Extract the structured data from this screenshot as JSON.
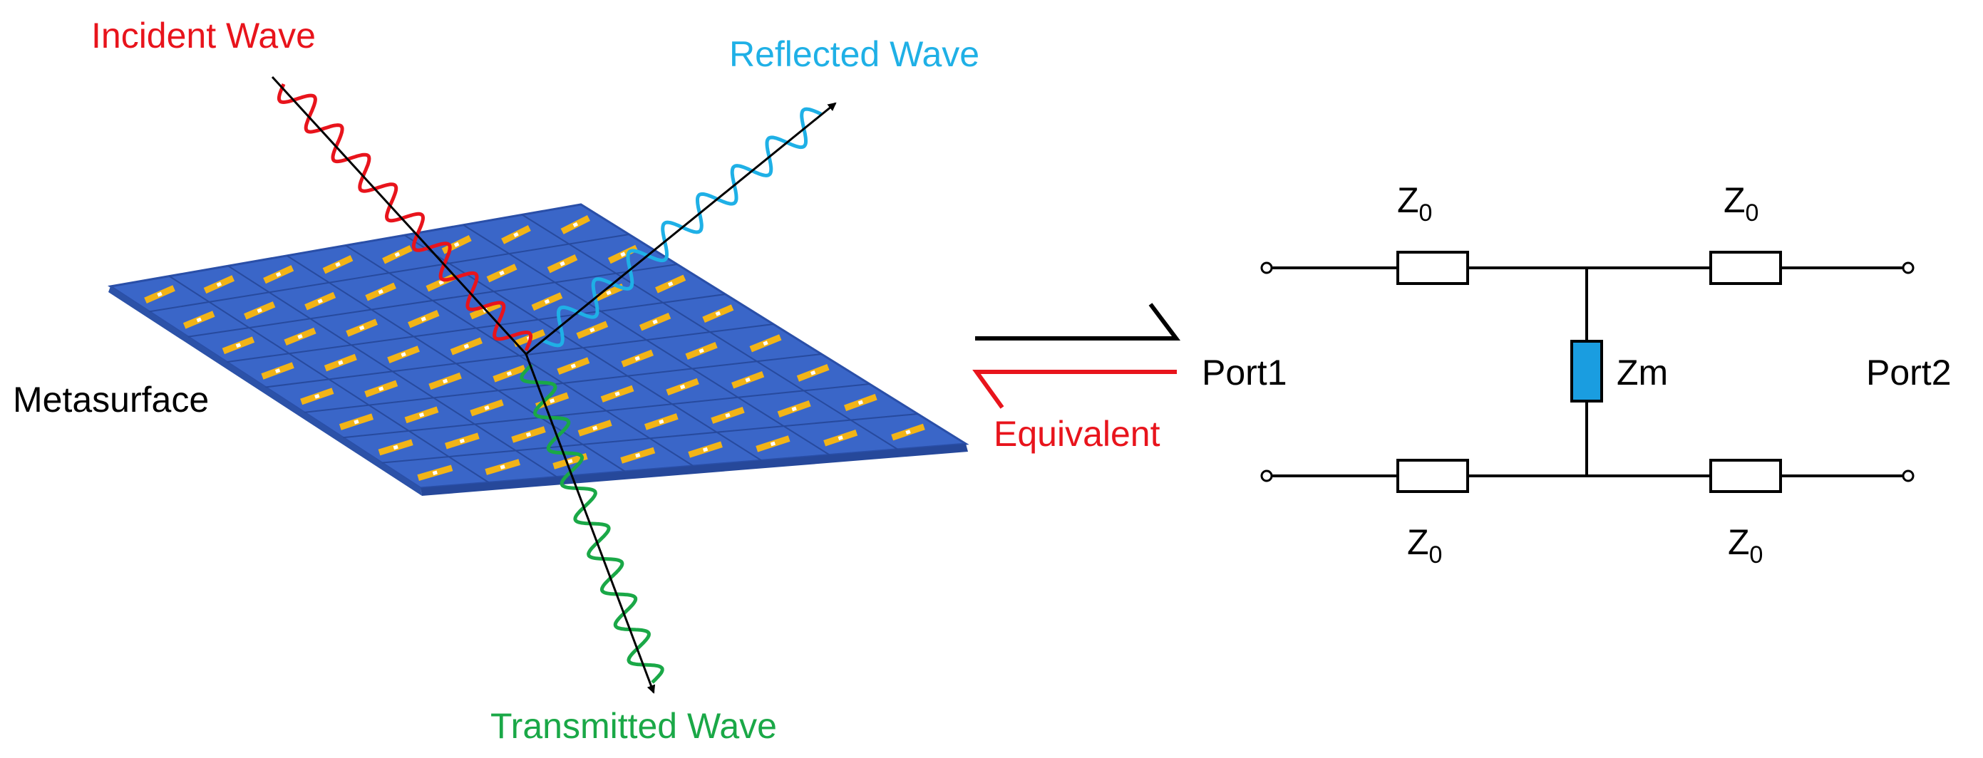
{
  "labels": {
    "incident": "Incident Wave",
    "reflected": "Reflected Wave",
    "transmitted": "Transmitted Wave",
    "metasurface": "Metasurface",
    "equivalent": "Equivalent",
    "port1": "Port1",
    "port2": "Port2",
    "zm": "Zm",
    "z0_base": "Z",
    "z0_sub": "0"
  },
  "colors": {
    "incident": "#e8141c",
    "reflected": "#1fb0e6",
    "transmitted": "#1aa847",
    "surface": "#3a66c8",
    "surface_edge": "#2a4fa8",
    "element": "#f2b417",
    "impedance_zm": "#1a9de0",
    "equivalent_arrow": "#e8141c",
    "forward_arrow": "#000000"
  }
}
